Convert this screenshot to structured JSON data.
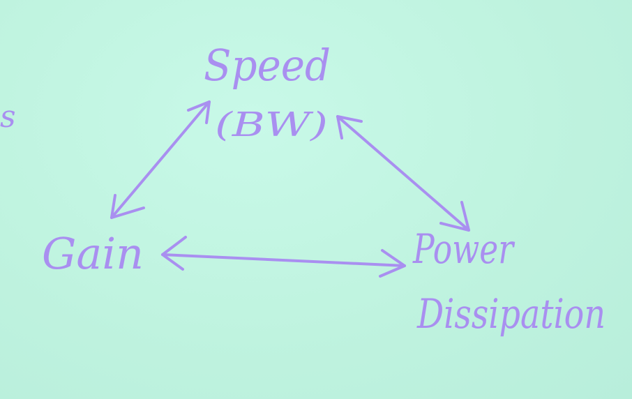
{
  "diagram": {
    "nodes": {
      "speed": {
        "line1": "Speed",
        "line2": "(BW)"
      },
      "gain": {
        "label": "Gain"
      },
      "power": {
        "line1": "Power",
        "line2": "Dissipation"
      }
    },
    "margin_fragment": "s",
    "edges": [
      {
        "from": "speed",
        "to": "gain",
        "style": "double-arrow"
      },
      {
        "from": "speed",
        "to": "power",
        "style": "double-arrow"
      },
      {
        "from": "gain",
        "to": "power",
        "style": "double-arrow"
      }
    ],
    "colors": {
      "board": "#c3f6e3",
      "ink": "#a98ff0"
    }
  }
}
